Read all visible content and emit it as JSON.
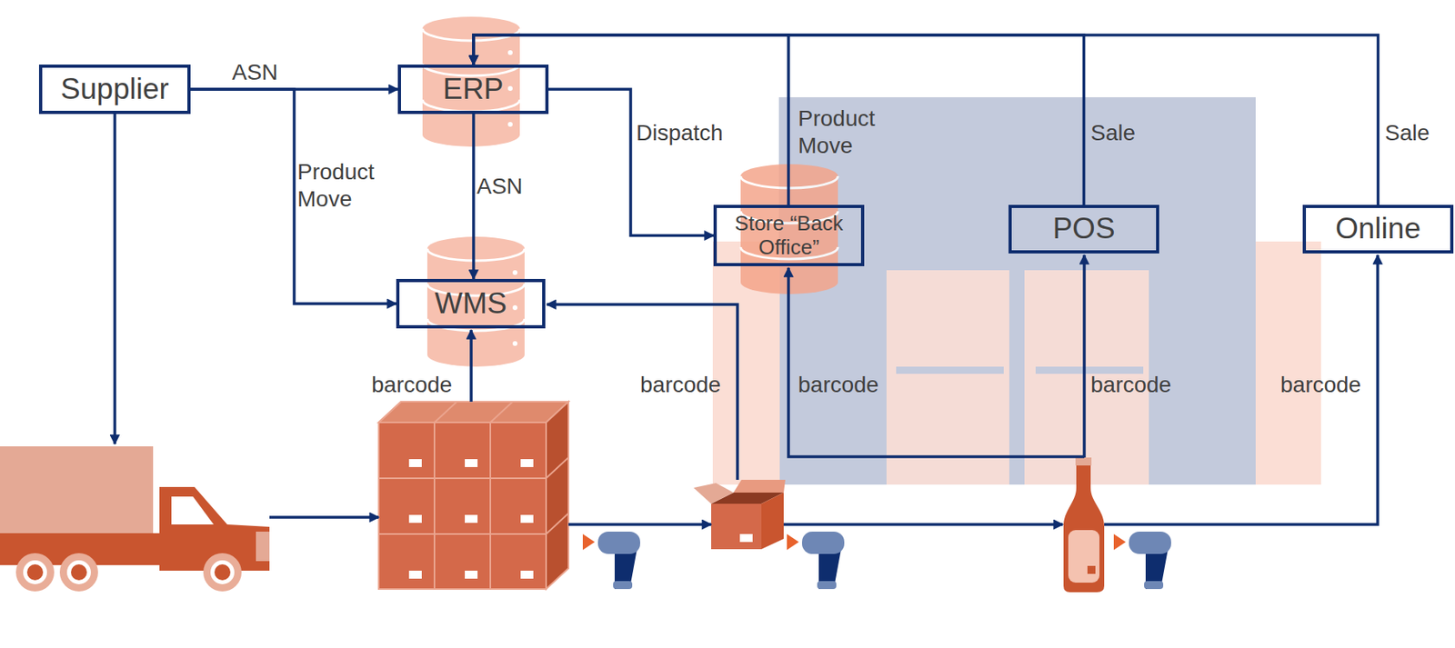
{
  "diagram": {
    "nodes": [
      {
        "text": [
          "Supplier"
        ]
      },
      {
        "text": [
          "ERP"
        ]
      },
      {
        "text": [
          "Store “Back Office”"
        ]
      },
      {
        "text": [
          "POS"
        ]
      },
      {
        "text": [
          "Online"
        ]
      },
      {
        "text": [
          "WMS"
        ]
      }
    ],
    "edges": [
      {
        "from": 0,
        "to": 1,
        "label": "ASN",
        "arrow": "to"
      },
      {
        "from": 0,
        "to": 5,
        "label": "Product Move",
        "arrow": "to"
      },
      {
        "from": 1,
        "to": 5,
        "label": "ASN",
        "arrow": "to"
      },
      {
        "from": 1,
        "to": 2,
        "label": "Dispatch",
        "arrow": "to"
      },
      {
        "from": 2,
        "to": 1,
        "label": "Product Move",
        "arrow": "to"
      },
      {
        "from": 3,
        "to": 1,
        "label": "Sale",
        "arrow": "to"
      },
      {
        "from": 4,
        "to": 1,
        "label": "Sale",
        "arrow": "to"
      }
    ],
    "labels": [
      "barcode",
      "barcode",
      "barcode",
      "barcode",
      "barcode"
    ]
  }
}
